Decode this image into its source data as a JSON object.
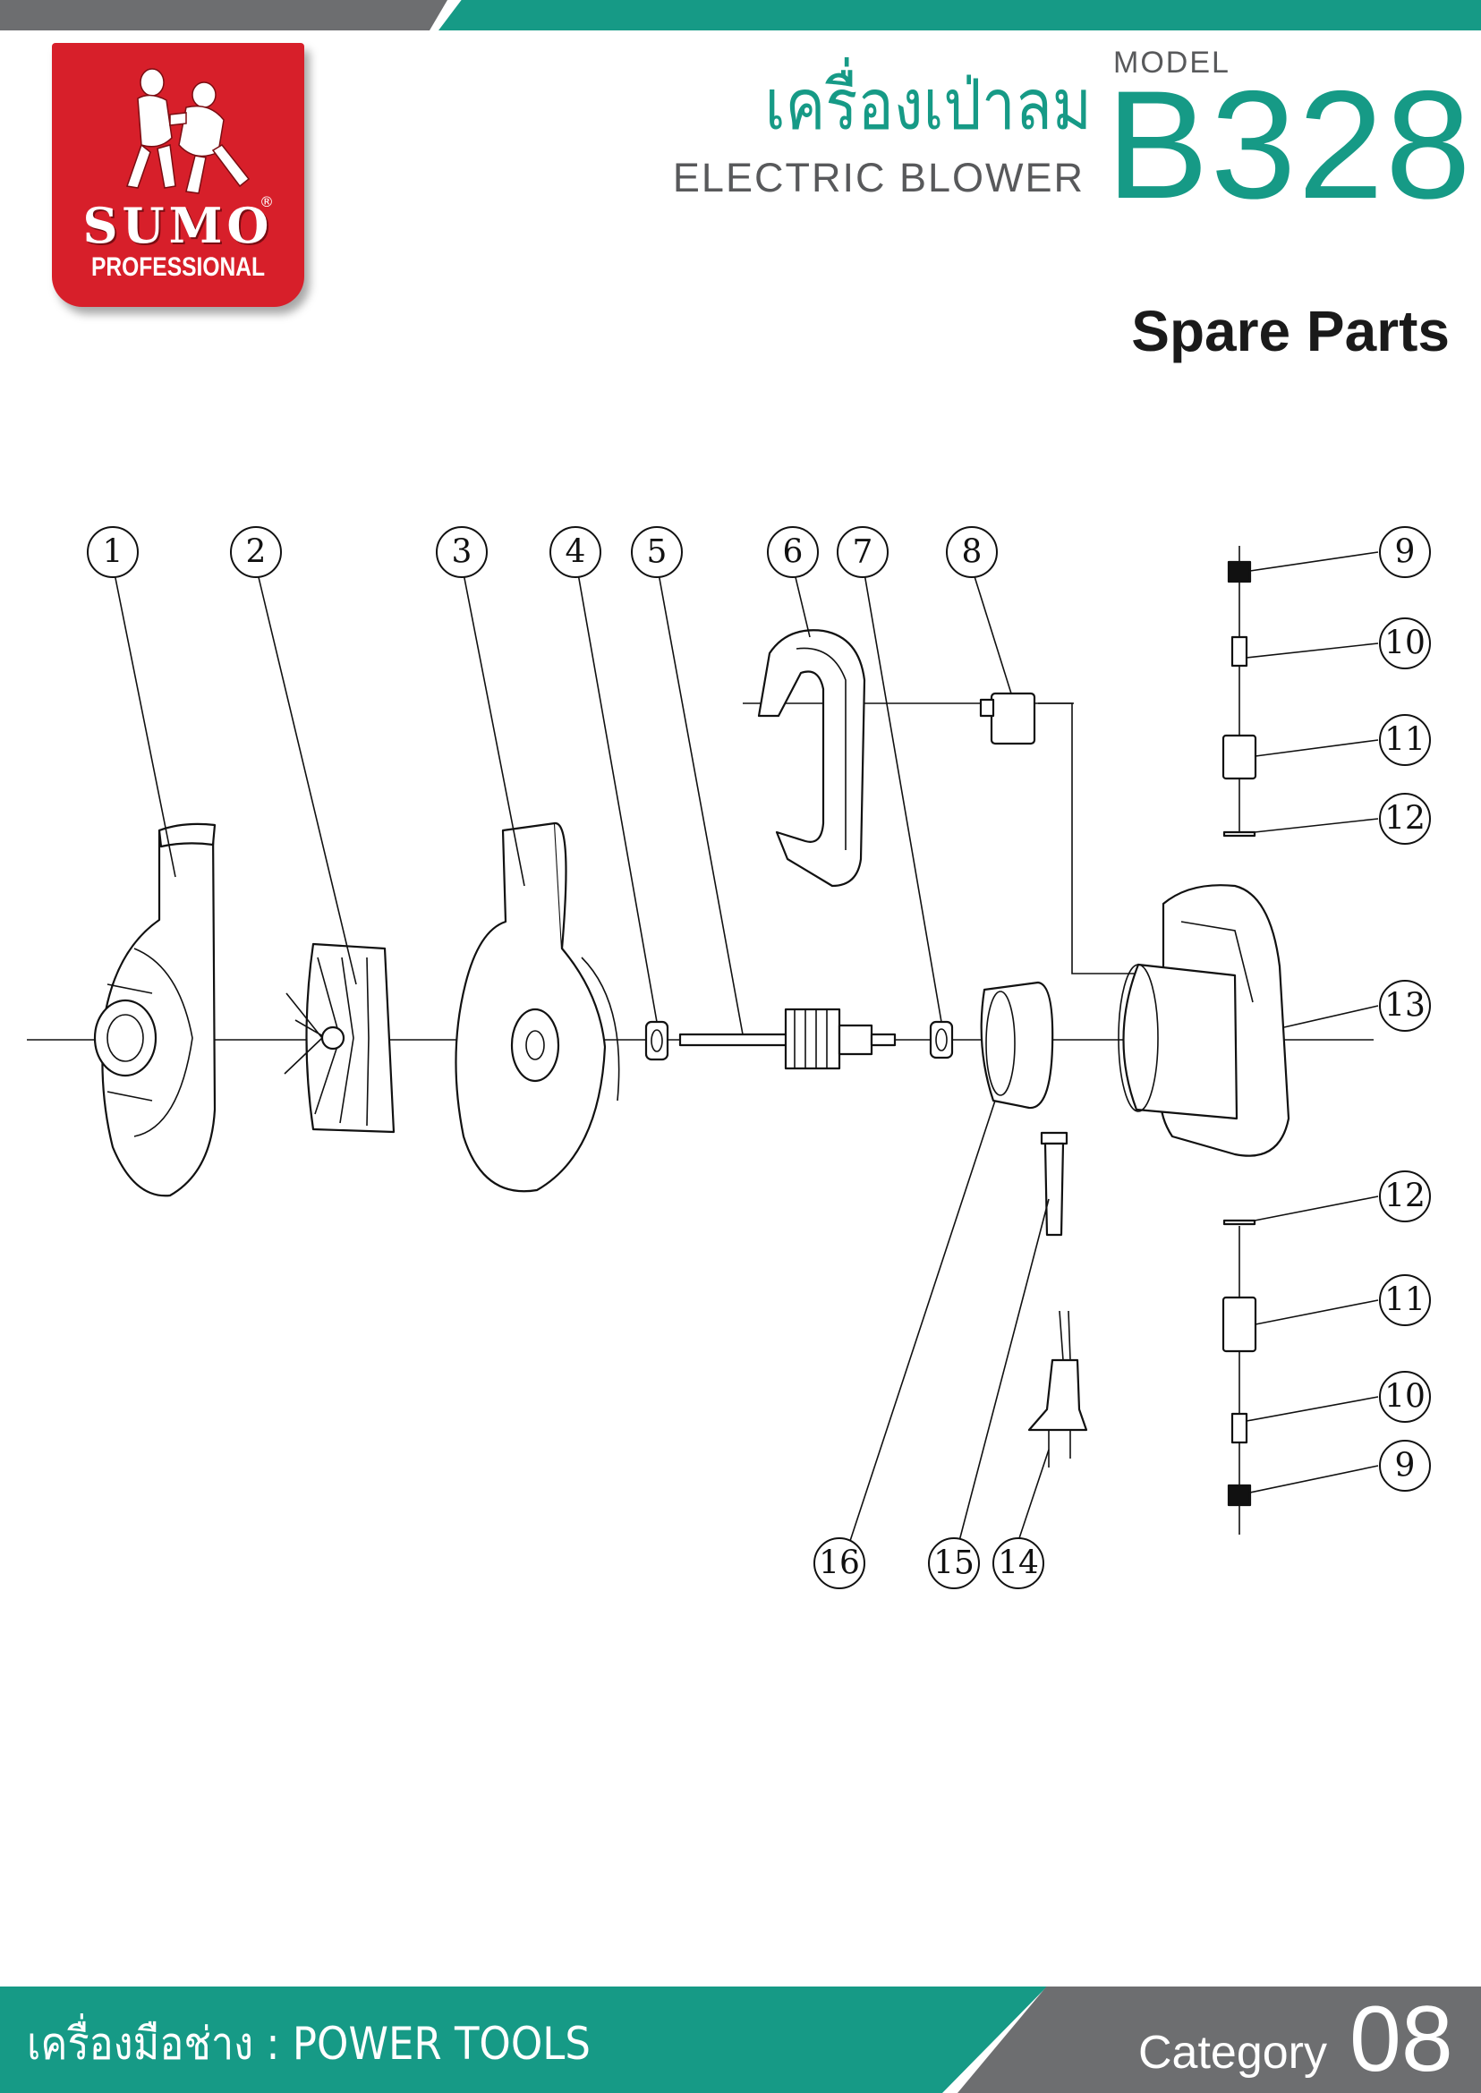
{
  "header": {
    "title_thai": "เครื่องเป่าลม",
    "title_en": "ELECTRIC BLOWER",
    "model_label": "MODEL",
    "model_number": "B328"
  },
  "logo": {
    "brand": "SUMO",
    "registered": "®",
    "tagline": "PROFESSIONAL"
  },
  "section_title": "Spare Parts",
  "diagram": {
    "callouts": [
      "1",
      "2",
      "3",
      "4",
      "5",
      "6",
      "7",
      "8",
      "9",
      "10",
      "11",
      "12",
      "13",
      "12",
      "11",
      "10",
      "9",
      "16",
      "15",
      "14"
    ]
  },
  "footer": {
    "category_text": "เครื่องมือช่าง : POWER TOOLS",
    "category_label": "Category",
    "category_number": "08"
  },
  "colors": {
    "brand_teal": "#169a86",
    "brand_red": "#d71f2a",
    "gray": "#6d6e70"
  }
}
